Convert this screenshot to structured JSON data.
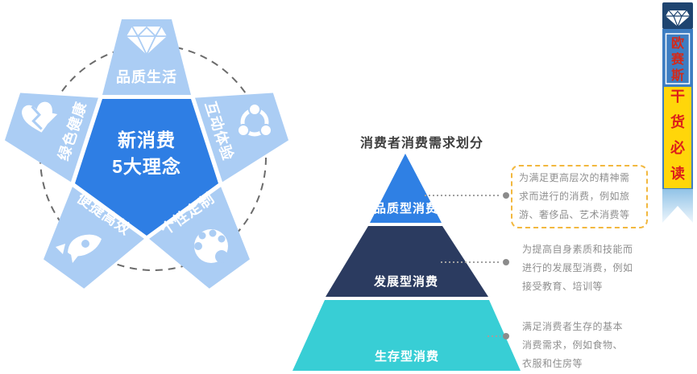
{
  "star_diagram": {
    "center_title": "新消费\n5大理念",
    "petals": [
      {
        "label": "品质生活",
        "icon": "diamond-icon",
        "position": "top"
      },
      {
        "label": "互动体验",
        "icon": "share-circle-icon",
        "position": "upper-right"
      },
      {
        "label": "个性定制",
        "icon": "palette-icon",
        "position": "lower-right"
      },
      {
        "label": "便捷高效",
        "icon": "rocket-icon",
        "position": "lower-left"
      },
      {
        "label": "绿色健康",
        "icon": "heart-icon",
        "position": "upper-left"
      }
    ],
    "colors": {
      "center_pentagon": "#2e7ee4",
      "petal": "#abcdf4",
      "dashed_circle": "#6b6b6b"
    }
  },
  "pyramid": {
    "title": "消费者消费需求划分",
    "levels": [
      {
        "label": "品质型消费",
        "color": "#2f80e4",
        "note": "为满足更高层次的精神需\n求而进行的消费，例如旅\n游、奢侈品、艺术消费等",
        "note_boxed": true
      },
      {
        "label": "发展型消费",
        "color": "#2b3b60",
        "note": "为提高自身素质和技能而\n进行的发展型消费，例如\n接受教育、培训等",
        "note_boxed": false
      },
      {
        "label": "生存型消费",
        "color": "#38ced5",
        "note": "满足消费者生存的基本\n消费需求，例如食物、\n衣服和住房等",
        "note_boxed": false
      }
    ],
    "note_box_border_color": "#f2b83f"
  },
  "banner": {
    "brand": "欧\n赛\n斯",
    "tagline": "干\n货\n必\n读",
    "icon": "diamond-icon",
    "colors": {
      "navy": "#1e4470",
      "blue": "#3d7dc2",
      "yellow": "#ffd60a",
      "red": "#d3291a"
    }
  }
}
